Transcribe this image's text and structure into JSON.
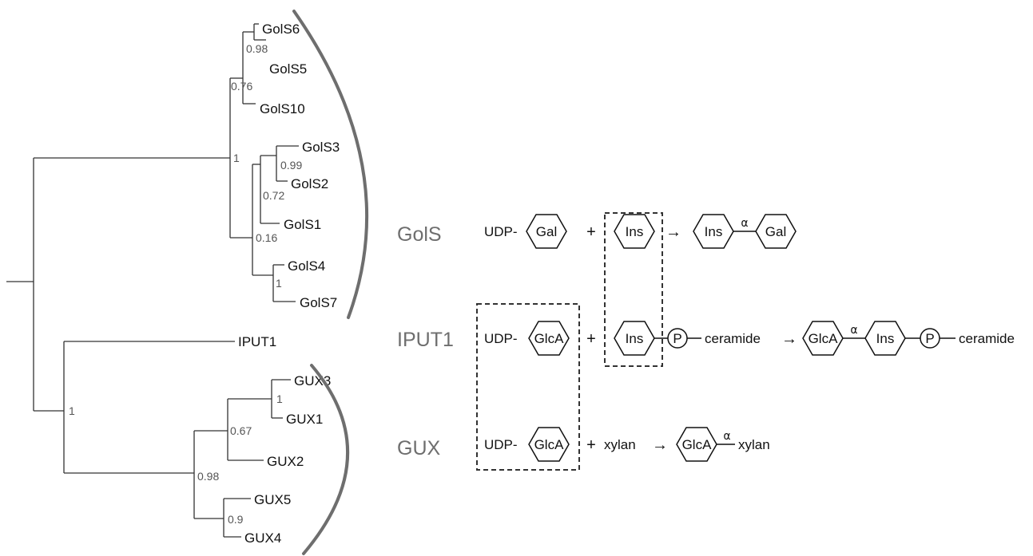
{
  "tree": {
    "leaves": {
      "gols6": "GolS6",
      "gols5": "GolS5",
      "gols10": "GolS10",
      "gols3": "GolS3",
      "gols2": "GolS2",
      "gols1": "GolS1",
      "gols4": "GolS4",
      "gols7": "GolS7",
      "iput1": "IPUT1",
      "gux3": "GUX3",
      "gux1": "GUX1",
      "gux2": "GUX2",
      "gux5": "GUX5",
      "gux4": "GUX4"
    },
    "support": {
      "gols6_gols5": "0.98",
      "gols6_5_10": "0.76",
      "gols_clade": "1",
      "gols3_gols2": "0.99",
      "gols3_2_1": "0.72",
      "gols_lower": "0.16",
      "gols4_gols7": "1",
      "gux3_gux1": "1",
      "gux3_1_2": "0.67",
      "gux_clade": "0.98",
      "gux5_gux4": "0.9",
      "iput_gux": "1"
    }
  },
  "families": {
    "gols": "GolS",
    "iput1": "IPUT1",
    "gux": "GUX"
  },
  "reactions": {
    "gols": {
      "donor_prefix": "UDP-",
      "donor_sugar": "Gal",
      "plus": "+",
      "acceptor": "Ins",
      "arrow": "→",
      "product_first": "Ins",
      "linkage": "α",
      "product_second": "Gal"
    },
    "iput1": {
      "donor_prefix": "UDP-",
      "donor_sugar": "GlcA",
      "plus": "+",
      "acceptor": "Ins",
      "phosphate": "P",
      "lipid": "ceramide",
      "arrow": "→",
      "product_first": "GlcA",
      "linkage": "α",
      "product_second": "Ins",
      "product_phosphate": "P",
      "product_lipid": "ceramide"
    },
    "gux": {
      "donor_prefix": "UDP-",
      "donor_sugar": "GlcA",
      "plus": "+",
      "acceptor": "xylan",
      "arrow": "→",
      "product_first": "GlcA",
      "linkage": "α",
      "product_second": "xylan"
    }
  }
}
